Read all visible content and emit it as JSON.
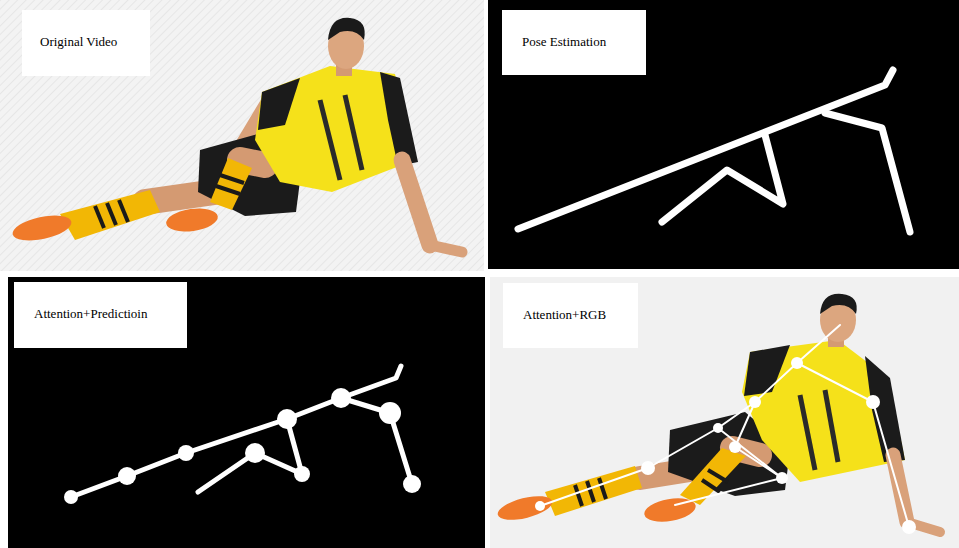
{
  "diagram": {
    "nodes": [
      {
        "text": [
          "Original Video"
        ]
      },
      {
        "text": [
          "Pose Estimation"
        ]
      },
      {
        "text": [
          "Attention+Predictioin"
        ]
      },
      {
        "text": [
          "Attention+RGB"
        ]
      }
    ]
  }
}
